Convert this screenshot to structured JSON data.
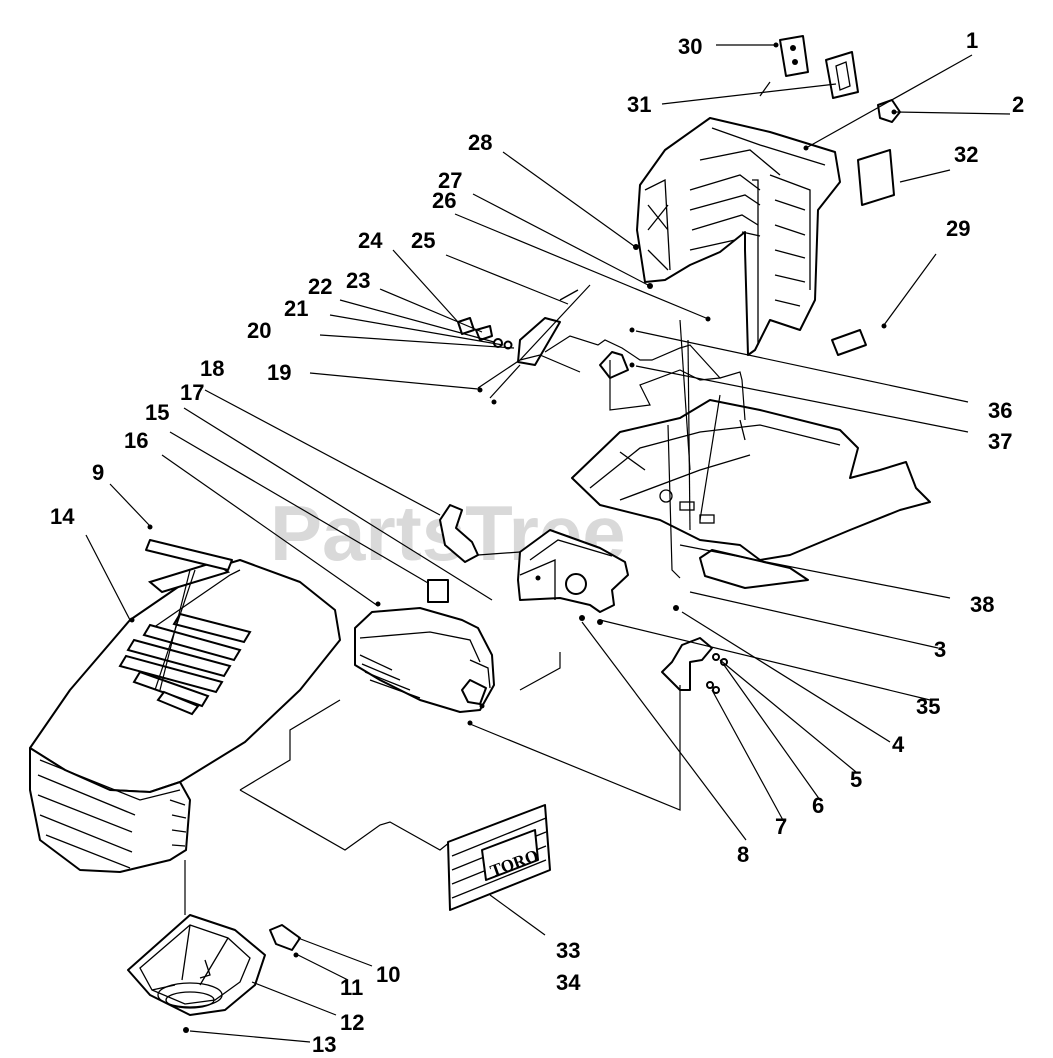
{
  "watermark": "PartsTree",
  "watermark_mark": "TM",
  "brand_plate_text": "TORO",
  "callouts": [
    {
      "n": "1"
    },
    {
      "n": "2"
    },
    {
      "n": "3"
    },
    {
      "n": "4"
    },
    {
      "n": "5"
    },
    {
      "n": "6"
    },
    {
      "n": "7"
    },
    {
      "n": "8"
    },
    {
      "n": "9"
    },
    {
      "n": "10"
    },
    {
      "n": "11"
    },
    {
      "n": "12"
    },
    {
      "n": "13"
    },
    {
      "n": "14"
    },
    {
      "n": "15"
    },
    {
      "n": "16"
    },
    {
      "n": "17"
    },
    {
      "n": "18"
    },
    {
      "n": "19"
    },
    {
      "n": "20"
    },
    {
      "n": "21"
    },
    {
      "n": "22"
    },
    {
      "n": "23"
    },
    {
      "n": "24"
    },
    {
      "n": "25"
    },
    {
      "n": "26"
    },
    {
      "n": "27"
    },
    {
      "n": "28"
    },
    {
      "n": "29"
    },
    {
      "n": "30"
    },
    {
      "n": "31"
    },
    {
      "n": "32"
    },
    {
      "n": "33"
    },
    {
      "n": "34"
    },
    {
      "n": "35"
    },
    {
      "n": "36"
    },
    {
      "n": "37"
    },
    {
      "n": "38"
    }
  ]
}
